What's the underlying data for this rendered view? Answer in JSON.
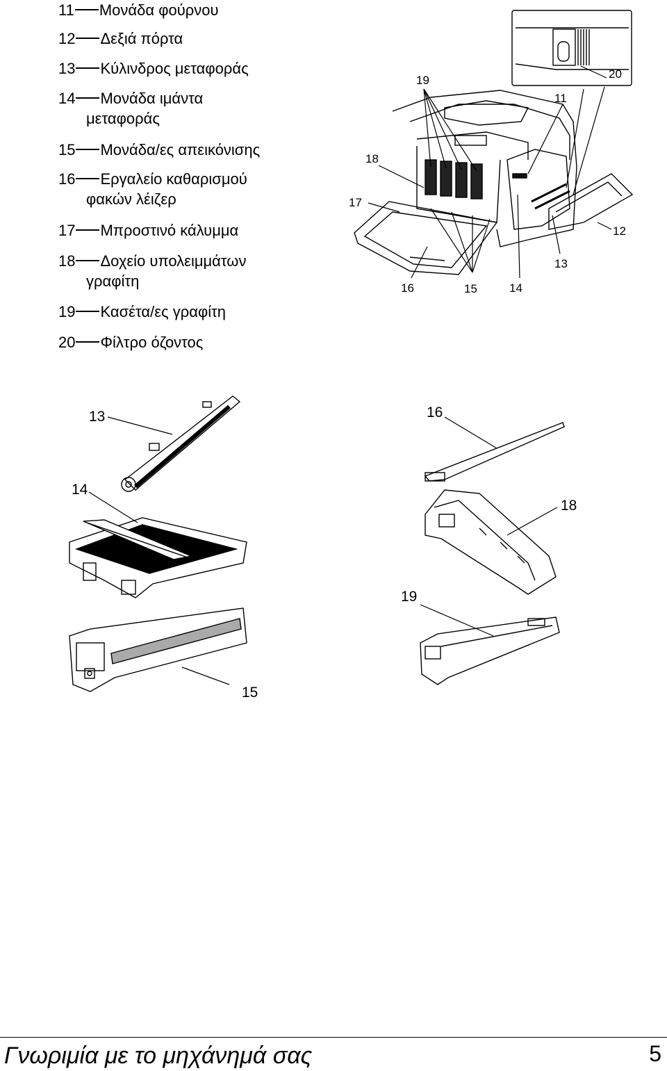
{
  "legend": [
    {
      "num": "11",
      "text": "Μονάδα φούρνου",
      "cont": ""
    },
    {
      "num": "12",
      "text": "Δεξιά πόρτα",
      "cont": ""
    },
    {
      "num": "13",
      "text": "Κύλινδρος μεταφοράς",
      "cont": ""
    },
    {
      "num": "14",
      "text": "Μονάδα ιμάντα",
      "cont": "μεταφοράς"
    },
    {
      "num": "15",
      "text": "Μονάδα/ες απεικόνισης",
      "cont": ""
    },
    {
      "num": "16",
      "text": "Εργαλείο καθαρισμού",
      "cont": "φακών λέιζερ"
    },
    {
      "num": "17",
      "text": "Μπροστινό κάλυμμα",
      "cont": ""
    },
    {
      "num": "18",
      "text": "Δοχείο υπολειμμάτων",
      "cont": "γραφίτη"
    },
    {
      "num": "19",
      "text": "Κασέτα/ες γραφίτη",
      "cont": ""
    },
    {
      "num": "20",
      "text": "Φίλτρο όζοντος",
      "cont": ""
    }
  ],
  "printer_callouts": {
    "c11": "11",
    "c12": "12",
    "c13": "13",
    "c14": "14",
    "c15": "15",
    "c16": "16",
    "c17": "17",
    "c18": "18",
    "c19": "19",
    "c20": "20"
  },
  "parts_callouts": {
    "c13": "13",
    "c14": "14",
    "c15": "15",
    "c16": "16",
    "c18": "18",
    "c19": "19"
  },
  "footer": {
    "title": "Γνωριμία με το μηχάνημά σας",
    "page": "5"
  }
}
